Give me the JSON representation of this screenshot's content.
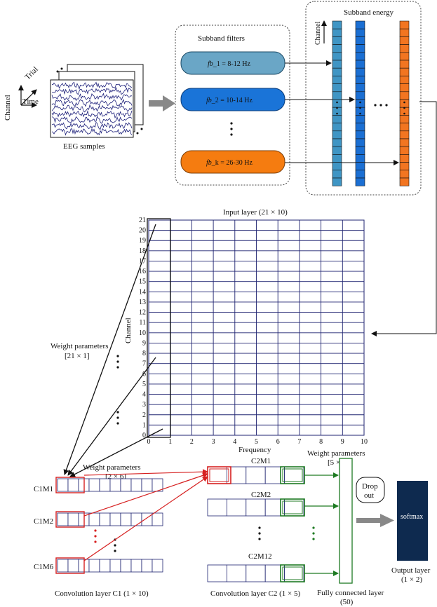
{
  "pipeline": {
    "axes": {
      "trial": "Trial",
      "time": "Time",
      "channel": "Channel"
    },
    "eeg_caption": "EEG samples",
    "subband_filters_title": "Subband filters",
    "filters": [
      {
        "prefix": "fb",
        "suffix": "_1 = 8-12 Hz",
        "color": "#6aa6c6"
      },
      {
        "prefix": "fb",
        "suffix": "_2 = 10-14 Hz",
        "color": "#1a74d8"
      },
      {
        "prefix": "fb",
        "suffix": "_k = 26-30 Hz",
        "color": "#f57c10"
      }
    ],
    "subband_energy_title": "Subband energy",
    "energy_channel_label": "Channel",
    "energy_colors": [
      "#3f95c4",
      "#1b6fd3",
      "#f27521"
    ]
  },
  "input_layer": {
    "title": "Input layer (21 × 10)",
    "ylabel": "Channel",
    "xlabel": "Frequency",
    "y_ticks": [
      "0",
      "1",
      "2",
      "3",
      "4",
      "5",
      "6",
      "7",
      "8",
      "9",
      "10",
      "11",
      "12",
      "13",
      "14",
      "15",
      "16",
      "17",
      "18",
      "19",
      "20",
      "21"
    ],
    "x_ticks": [
      "0",
      "1",
      "2",
      "3",
      "4",
      "5",
      "6",
      "7",
      "8",
      "9",
      "10"
    ]
  },
  "conv1": {
    "weight_label_1": "Weight parameters",
    "weight_dims_1": "[21 × 1]",
    "weight_label_2": "Weight parameters",
    "weight_dims_2": "[2 × 6]",
    "maps": [
      "C1M1",
      "C1M2",
      "C1M6"
    ],
    "caption": "Convolution layer C1 (1 × 10)"
  },
  "conv2": {
    "weight_label": "Weight parameters",
    "weight_dims": "[5 × 12]",
    "maps": [
      "C2M1",
      "C2M2",
      "C2M12"
    ],
    "caption": "Convolution layer C2 (1 × 5)"
  },
  "fc": {
    "caption_line1": "Fully connected layer",
    "caption_line2": "(50)"
  },
  "dropout": {
    "line1": "Drop",
    "line2": "out"
  },
  "output": {
    "softmax": "softmax",
    "caption_line1": "Output layer",
    "caption_line2": "(1 × 2)",
    "color": "#0e2a4f"
  },
  "colors": {
    "grid": "#1f2370",
    "red": "#d62020",
    "green": "#1d7a22"
  }
}
